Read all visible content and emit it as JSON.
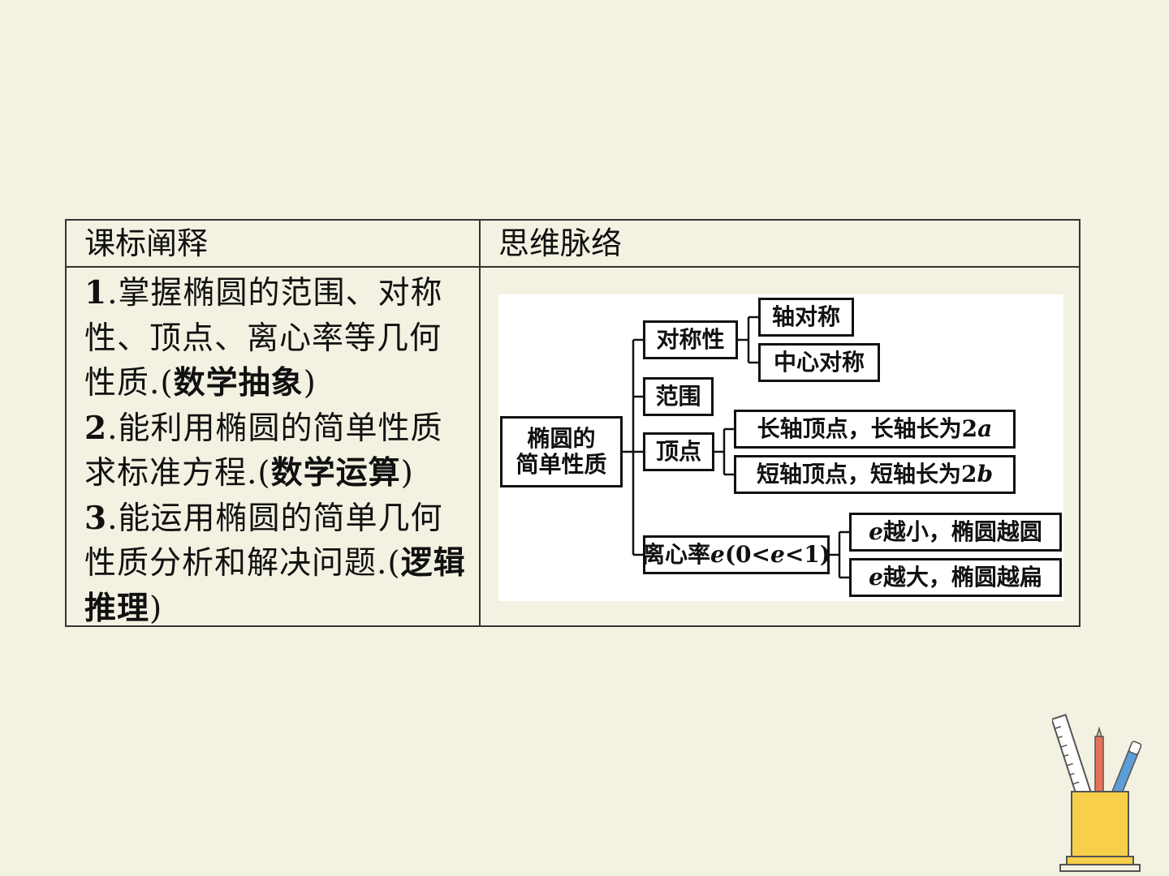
{
  "table": {
    "header_left": "课标阐释",
    "header_right": "思维脉络"
  },
  "objectives": [
    {
      "num": "1",
      "text": ".掌握椭圆的范围、对称性、顶点、离心率等几何性质.(",
      "core": "数学抽象",
      "tail": ")"
    },
    {
      "num": "2",
      "text": ".能利用椭圆的简单性质求标准方程.(",
      "core": "数学运算",
      "tail": ")"
    },
    {
      "num": "3",
      "text": ".能运用椭圆的简单几何性质分析和解决问题.(",
      "core": "逻辑推理",
      "tail": ")"
    }
  ],
  "mindmap": {
    "root_line1": "椭圆的",
    "root_line2": "简单性质",
    "symmetry": "对称性",
    "axis_symmetry": "轴对称",
    "center_symmetry": "中心对称",
    "range": "范围",
    "vertex": "顶点",
    "major_vertex_pre": "长轴顶点，长轴长为2",
    "major_vertex_var": "a",
    "minor_vertex_pre": "短轴顶点，短轴长为2",
    "minor_vertex_var": "b",
    "ecc_pre": "离心率",
    "ecc_e1": "e",
    "ecc_mid": "(0<",
    "ecc_e2": "e",
    "ecc_post": "<1)",
    "ecc_small_var": "e",
    "ecc_small": "越小，椭圆越圆",
    "ecc_large_var": "e",
    "ecc_large": "越大，椭圆越扁"
  },
  "colors": {
    "background": "#f3f1e1",
    "border": "#333333",
    "cup": "#f7cf4a"
  },
  "icons": [
    "pencil-cup-icon"
  ]
}
